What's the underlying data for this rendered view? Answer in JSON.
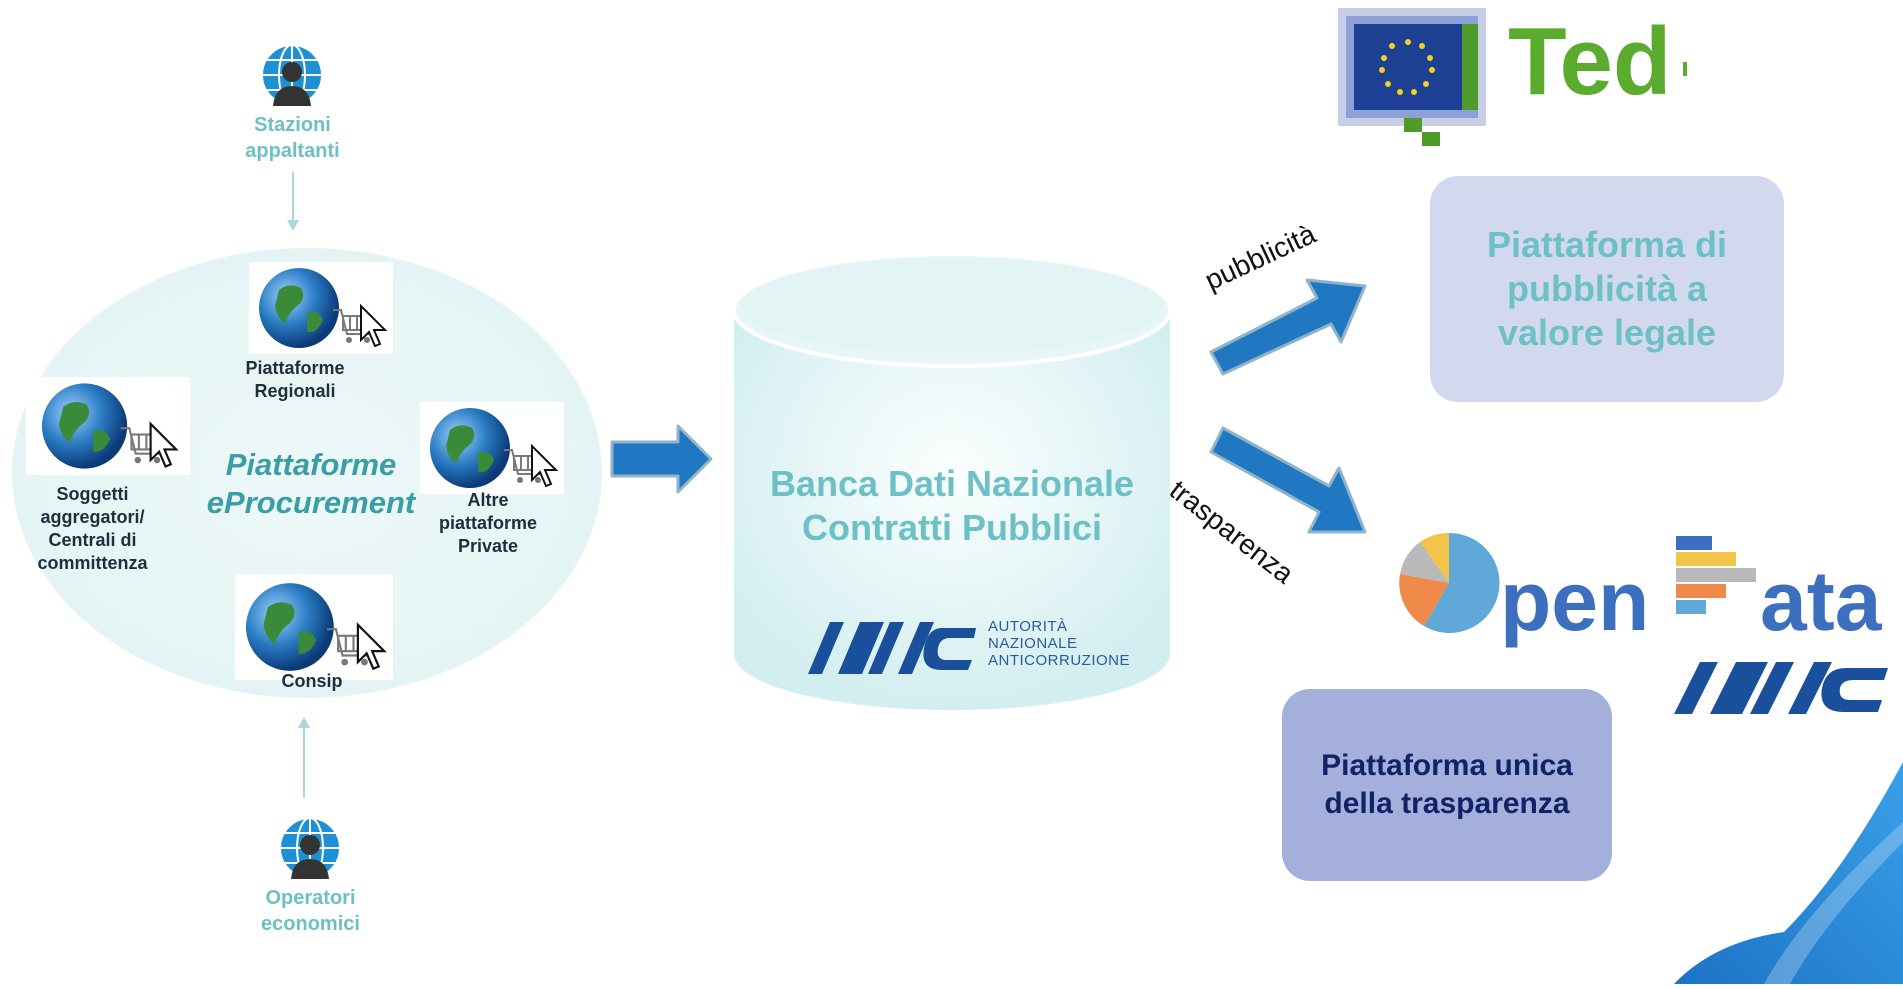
{
  "actors": {
    "stazioni": "Stazioni\nappaltanti",
    "operatori": "Operatori\neconomici"
  },
  "platforms": {
    "group_title_line1": "Piattaforme",
    "group_title_line2": "eProcurement",
    "regionali": "Piattaforme\nRegionali",
    "soggetti": "Soggetti\naggregatori/\nCentrali di\ncommittenza",
    "altre": "Altre\npiattaforme\nPrivate",
    "consip": "Consip"
  },
  "database": {
    "title_line1": "Banca Dati Nazionale",
    "title_line2": "Contratti Pubblici",
    "logo_text": "ANAC",
    "logo_sub_line1": "AUTORITÀ",
    "logo_sub_line2": "NAZIONALE",
    "logo_sub_line3": "ANTICORRUZIONE"
  },
  "flows": {
    "pubblicita": "pubblicità",
    "trasparenza": "trasparenza"
  },
  "outputs": {
    "ted_logo": "Ted",
    "pubblicita_box": "Piattaforma di\npubblicità a\nvalore legale",
    "opendata_logo_a": "pen",
    "opendata_logo_b": "ata",
    "anac_logo": "ANAC",
    "trasparenza_box": "Piattaforma unica\ndella trasparenza"
  },
  "colors": {
    "teal": "#6cc0c6",
    "arrow_blue": "#1f78c1",
    "navy": "#0f2366",
    "ted_green": "#5aab2e",
    "eu_blue": "#1d3f94"
  }
}
